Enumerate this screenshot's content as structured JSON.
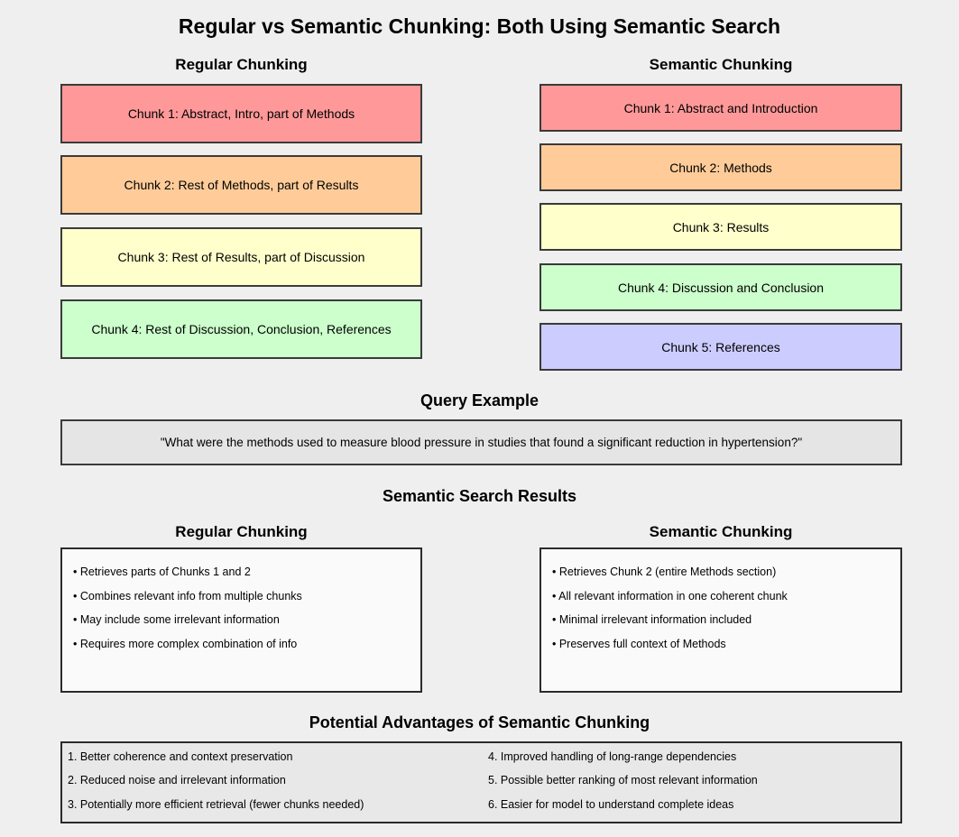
{
  "page": {
    "title": "Regular vs Semantic Chunking: Both Using Semantic Search",
    "background_color": "#efefef"
  },
  "colors": {
    "chunk_red": "#ff9999",
    "chunk_orange": "#ffcc99",
    "chunk_yellow": "#ffffcc",
    "chunk_green": "#ccffcc",
    "chunk_purple": "#ccccff",
    "box_border": "#3a3a3a",
    "query_fill": "#e5e5e5",
    "result_fill": "#fafafa",
    "advantages_fill": "#e8e8e8"
  },
  "chunking_comparison": {
    "left": {
      "header": "Regular Chunking",
      "chunks": [
        {
          "label": "Chunk 1: Abstract, Intro, part of Methods",
          "color": "#ff9999"
        },
        {
          "label": "Chunk 2: Rest of Methods, part of Results",
          "color": "#ffcc99"
        },
        {
          "label": "Chunk 3: Rest of Results, part of Discussion",
          "color": "#ffffcc"
        },
        {
          "label": "Chunk 4: Rest of Discussion, Conclusion, References",
          "color": "#ccffcc"
        }
      ]
    },
    "right": {
      "header": "Semantic Chunking",
      "chunks": [
        {
          "label": "Chunk 1: Abstract and Introduction",
          "color": "#ff9999"
        },
        {
          "label": "Chunk 2: Methods",
          "color": "#ffcc99"
        },
        {
          "label": "Chunk 3: Results",
          "color": "#ffffcc"
        },
        {
          "label": "Chunk 4: Discussion and Conclusion",
          "color": "#ccffcc"
        },
        {
          "label": "Chunk 5: References",
          "color": "#ccccff"
        }
      ]
    }
  },
  "query_example": {
    "title": "Query Example",
    "query": "\"What were the methods used to measure blood pressure in studies that found a significant reduction in hypertension?\""
  },
  "search_results": {
    "title": "Semantic Search Results",
    "left": {
      "header": "Regular Chunking",
      "items": [
        "• Retrieves parts of Chunks 1 and 2",
        "• Combines relevant info from multiple chunks",
        "• May include some irrelevant information",
        "• Requires more complex combination of info"
      ]
    },
    "right": {
      "header": "Semantic Chunking",
      "items": [
        "• Retrieves Chunk 2 (entire Methods section)",
        "• All relevant information in one coherent chunk",
        "• Minimal irrelevant information included",
        "• Preserves full context of Methods"
      ]
    }
  },
  "advantages": {
    "title": "Potential Advantages of Semantic Chunking",
    "left_column": [
      "1. Better coherence and context preservation",
      "2. Reduced noise and irrelevant information",
      "3. Potentially more efficient retrieval (fewer chunks needed)"
    ],
    "right_column": [
      "4. Improved handling of long-range dependencies",
      "5. Possible better ranking of most relevant information",
      "6. Easier for model to understand complete ideas"
    ]
  }
}
